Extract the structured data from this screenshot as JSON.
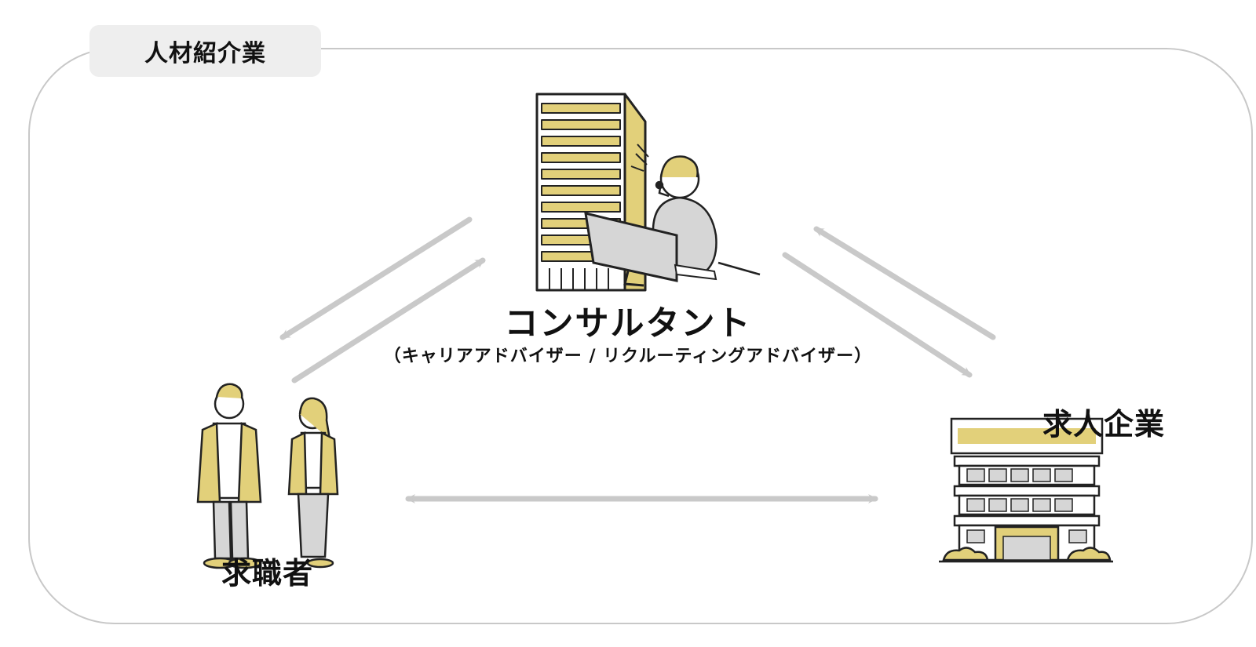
{
  "tab_label": "人材紹介業",
  "consultant": {
    "title": "コンサルタント",
    "subtitle": "（キャリアアドバイザー / リクルーティングアドバイザー）"
  },
  "job_seekers": {
    "label": "求職者"
  },
  "hiring_company": {
    "label": "求人企業"
  },
  "colors": {
    "accent": "#e2d07a",
    "arrow": "#c9c9c9",
    "frame": "#c8c8c8",
    "tab_bg": "#eeeeee"
  }
}
